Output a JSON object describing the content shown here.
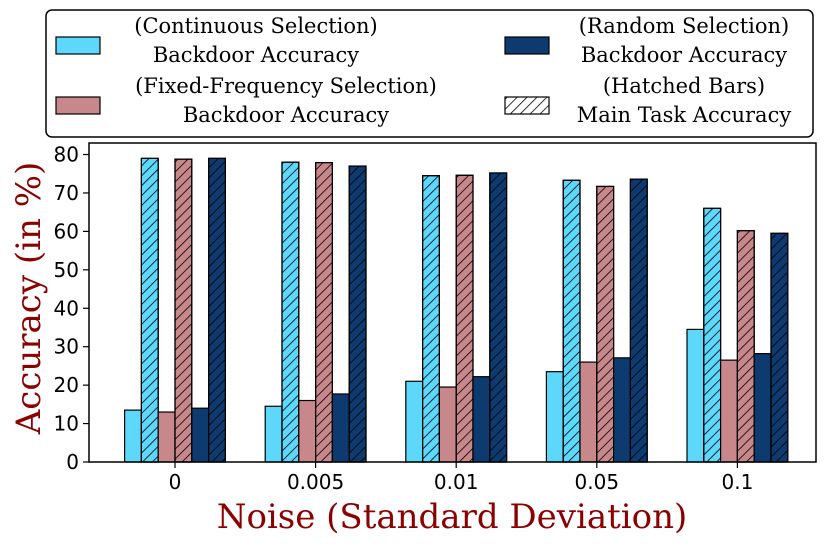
{
  "chart_data": {
    "type": "bar",
    "xlabel": "Noise (Standard Deviation)",
    "ylabel": "Accuracy (in %)",
    "categories": [
      "0",
      "0.005",
      "0.01",
      "0.05",
      "0.1"
    ],
    "ylim": [
      0,
      83
    ],
    "yticks": [
      0,
      10,
      20,
      30,
      40,
      50,
      60,
      70,
      80
    ],
    "grid": false,
    "legend_placement": "top (outside, above plot)",
    "series": [
      {
        "name": "(Continuous Selection) Backdoor Accuracy",
        "legend_line1": "(Continuous Selection)",
        "legend_line2": "Backdoor Accuracy",
        "color": "#5dd8fb",
        "hatched": false,
        "values": [
          13.5,
          14.5,
          21,
          23.5,
          34.5
        ]
      },
      {
        "name": "(Continuous Selection) Main Task Accuracy",
        "color": "#5dd8fb",
        "hatched": true,
        "values": [
          79,
          78,
          74.5,
          73.3,
          66
        ]
      },
      {
        "name": "(Fixed-Frequency Selection) Backdoor Accuracy",
        "legend_line1": "(Fixed-Frequency Selection)",
        "legend_line2": "Backdoor Accuracy",
        "color": "#c8878a",
        "hatched": false,
        "values": [
          13,
          16,
          19.5,
          26,
          26.5
        ]
      },
      {
        "name": "(Fixed-Frequency Selection) Main Task Accuracy",
        "color": "#c8878a",
        "hatched": true,
        "values": [
          78.8,
          77.9,
          74.6,
          71.7,
          60.2
        ]
      },
      {
        "name": "(Random Selection) Backdoor Accuracy",
        "legend_line1": "(Random Selection)",
        "legend_line2": "Backdoor Accuracy",
        "color": "#0d3b70",
        "hatched": false,
        "values": [
          14,
          17.7,
          22.2,
          27.1,
          28.2
        ]
      },
      {
        "name": "(Random Selection) Main Task Accuracy",
        "color": "#0d3b70",
        "hatched": true,
        "values": [
          79,
          77,
          75.2,
          73.6,
          59.5
        ]
      }
    ],
    "legend_hatch_entry": {
      "line1": "(Hatched Bars)",
      "line2": "Main Task Accuracy"
    }
  },
  "colors": {
    "axis_label": "#8b0000",
    "bar_edge": "#000000"
  }
}
